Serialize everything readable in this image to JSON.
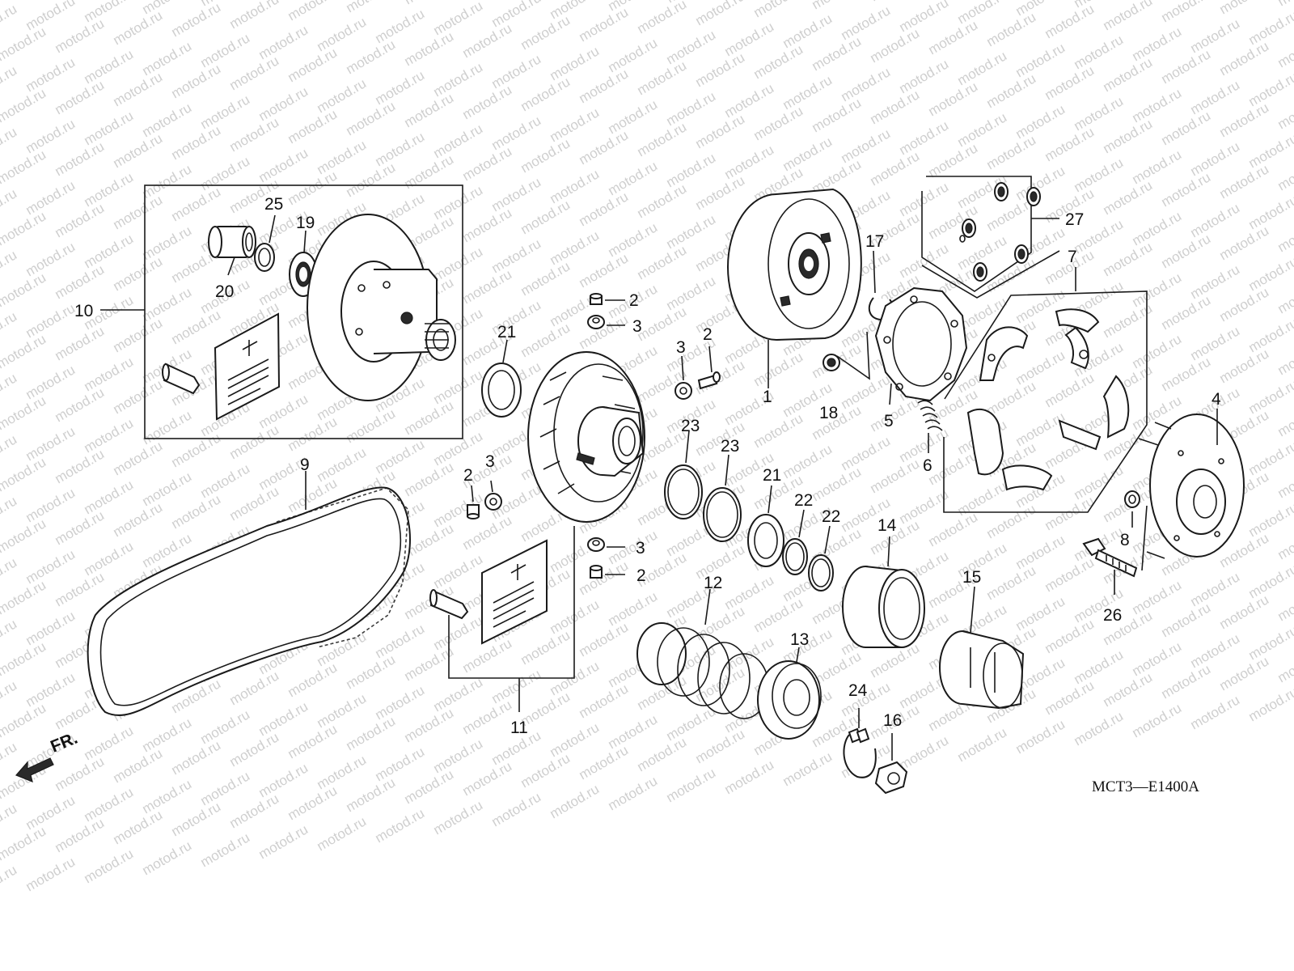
{
  "watermark": "motod.ru",
  "diagram_code": "MCT3—E1400A",
  "front_marker": "FR.",
  "callouts": [
    "1",
    "2",
    "3",
    "4",
    "5",
    "6",
    "7",
    "8",
    "9",
    "10",
    "11",
    "12",
    "13",
    "14",
    "15",
    "16",
    "17",
    "18",
    "19",
    "20",
    "21",
    "22",
    "23",
    "24",
    "25",
    "26",
    "27"
  ],
  "colors": {
    "line": "#1a1a1a",
    "watermark": "#cfcfcf",
    "background": "#ffffff"
  }
}
